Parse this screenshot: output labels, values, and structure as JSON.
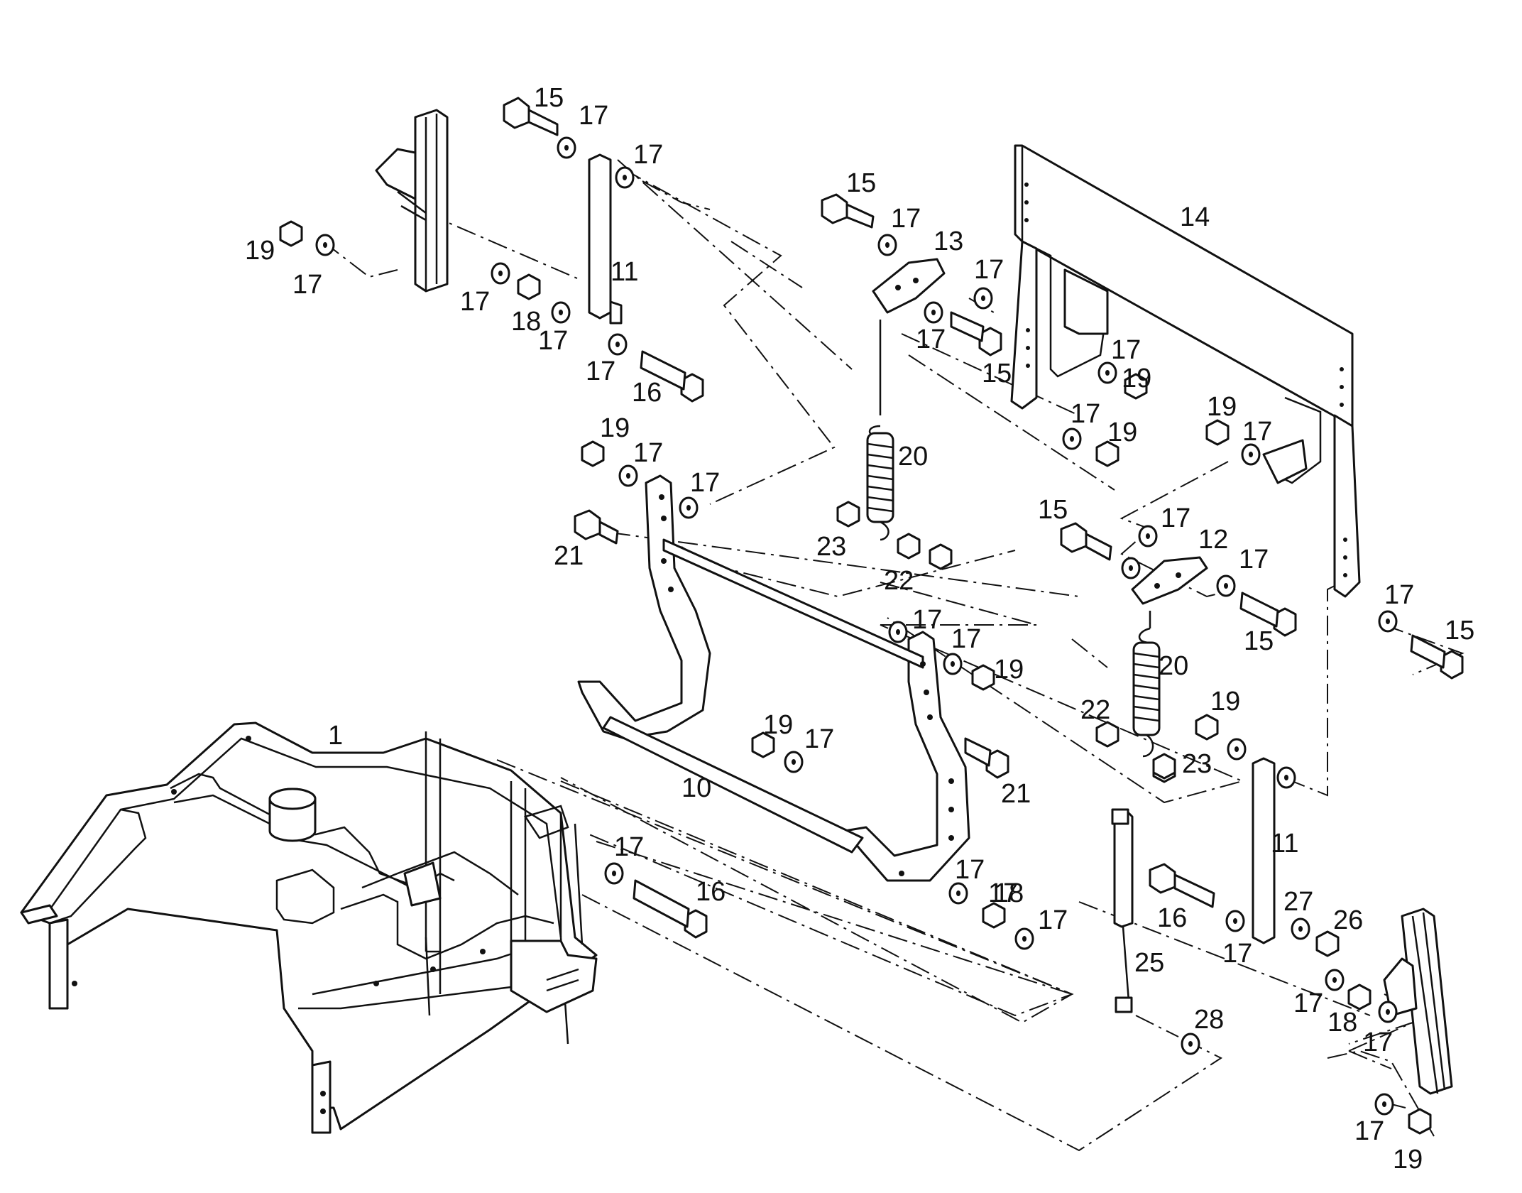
{
  "diagram": {
    "callouts": [
      {
        "id": "c1",
        "text": "1"
      },
      {
        "id": "c10",
        "text": "10"
      },
      {
        "id": "c11a",
        "text": "11"
      },
      {
        "id": "c11b",
        "text": "11"
      },
      {
        "id": "c12",
        "text": "12"
      },
      {
        "id": "c13",
        "text": "13"
      },
      {
        "id": "c14",
        "text": "14"
      },
      {
        "id": "c15a",
        "text": "15"
      },
      {
        "id": "c15b",
        "text": "15"
      },
      {
        "id": "c15c",
        "text": "15"
      },
      {
        "id": "c15d",
        "text": "15"
      },
      {
        "id": "c15e",
        "text": "15"
      },
      {
        "id": "c15f",
        "text": "15"
      },
      {
        "id": "c16a",
        "text": "16"
      },
      {
        "id": "c16b",
        "text": "16"
      },
      {
        "id": "c16c",
        "text": "16"
      },
      {
        "id": "c17a",
        "text": "17"
      },
      {
        "id": "c17b",
        "text": "17"
      },
      {
        "id": "c17c",
        "text": "17"
      },
      {
        "id": "c17d",
        "text": "17"
      },
      {
        "id": "c17e",
        "text": "17"
      },
      {
        "id": "c17f",
        "text": "17"
      },
      {
        "id": "c17g",
        "text": "17"
      },
      {
        "id": "c17h",
        "text": "17"
      },
      {
        "id": "c17i",
        "text": "17"
      },
      {
        "id": "c17j",
        "text": "17"
      },
      {
        "id": "c17k",
        "text": "17"
      },
      {
        "id": "c17l",
        "text": "17"
      },
      {
        "id": "c17m",
        "text": "17"
      },
      {
        "id": "c17n",
        "text": "17"
      },
      {
        "id": "c17o",
        "text": "17"
      },
      {
        "id": "c17p",
        "text": "17"
      },
      {
        "id": "c17q",
        "text": "17"
      },
      {
        "id": "c17r",
        "text": "17"
      },
      {
        "id": "c17s",
        "text": "17"
      },
      {
        "id": "c17t",
        "text": "17"
      },
      {
        "id": "c17u",
        "text": "17"
      },
      {
        "id": "c17v",
        "text": "17"
      },
      {
        "id": "c17w",
        "text": "17"
      },
      {
        "id": "c17x",
        "text": "17"
      },
      {
        "id": "c17y",
        "text": "17"
      },
      {
        "id": "c17z",
        "text": "17"
      },
      {
        "id": "c17aa",
        "text": "17"
      },
      {
        "id": "c17ab",
        "text": "17"
      },
      {
        "id": "c18a",
        "text": "18"
      },
      {
        "id": "c18b",
        "text": "18"
      },
      {
        "id": "c18c",
        "text": "18"
      },
      {
        "id": "c19a",
        "text": "19"
      },
      {
        "id": "c19b",
        "text": "19"
      },
      {
        "id": "c19c",
        "text": "19"
      },
      {
        "id": "c19d",
        "text": "19"
      },
      {
        "id": "c19e",
        "text": "19"
      },
      {
        "id": "c19f",
        "text": "19"
      },
      {
        "id": "c19g",
        "text": "19"
      },
      {
        "id": "c19h",
        "text": "19"
      },
      {
        "id": "c19i",
        "text": "19"
      },
      {
        "id": "c20a",
        "text": "20"
      },
      {
        "id": "c20b",
        "text": "20"
      },
      {
        "id": "c21a",
        "text": "21"
      },
      {
        "id": "c21b",
        "text": "21"
      },
      {
        "id": "c22a",
        "text": "22"
      },
      {
        "id": "c22b",
        "text": "22"
      },
      {
        "id": "c23a",
        "text": "23"
      },
      {
        "id": "c23b",
        "text": "23"
      },
      {
        "id": "c25",
        "text": "25"
      },
      {
        "id": "c26",
        "text": "26"
      },
      {
        "id": "c27",
        "text": "27"
      },
      {
        "id": "c28",
        "text": "28"
      }
    ]
  }
}
